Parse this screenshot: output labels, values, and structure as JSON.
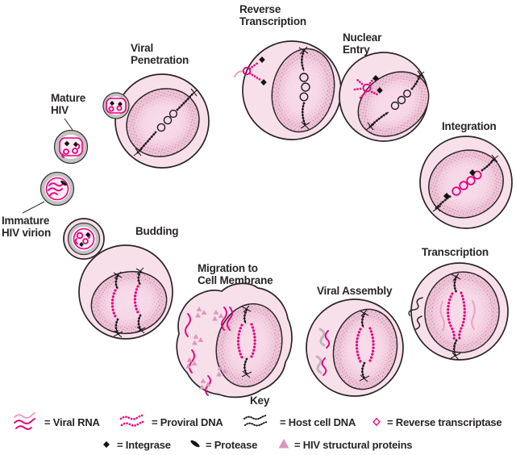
{
  "stages": {
    "mature_hiv": {
      "line1": "Mature",
      "line2": "HIV"
    },
    "viral_penetration": {
      "line1": "Viral",
      "line2": "Penetration"
    },
    "reverse_transcription": {
      "line1": "Reverse",
      "line2": "Transcription"
    },
    "nuclear_entry": {
      "line1": "Nuclear",
      "line2": "Entry"
    },
    "integration": {
      "label": "Integration"
    },
    "transcription": {
      "label": "Transcription"
    },
    "viral_assembly": {
      "label": "Viral Assembly"
    },
    "migration": {
      "line1": "Migration to",
      "line2": "Cell Membrane"
    },
    "budding": {
      "label": "Budding"
    },
    "immature_hiv": {
      "line1": "Immature",
      "line2": "HIV virion"
    }
  },
  "key": {
    "title": "Key",
    "items": [
      {
        "id": "viral-rna",
        "label": "= Viral RNA"
      },
      {
        "id": "proviral-dna",
        "label": "= Proviral DNA"
      },
      {
        "id": "host-cell-dna",
        "label": "= Host cell DNA"
      },
      {
        "id": "reverse-transcriptase",
        "label": "= Reverse transcriptase"
      },
      {
        "id": "integrase",
        "label": "= Integrase"
      },
      {
        "id": "protease",
        "label": "= Protease"
      },
      {
        "id": "hiv-structural-proteins",
        "label": "= HIV structural proteins"
      }
    ]
  },
  "colors": {
    "magenta": "#e6007e",
    "light_pink_rna": "#f09ec5",
    "cell_fill": "#f8e0ea",
    "nucleus_fill": "#eec3d7",
    "virion_gray": "#c6c4c3",
    "ink": "#2a2428",
    "structural_protein_pink": "#d999b9"
  }
}
